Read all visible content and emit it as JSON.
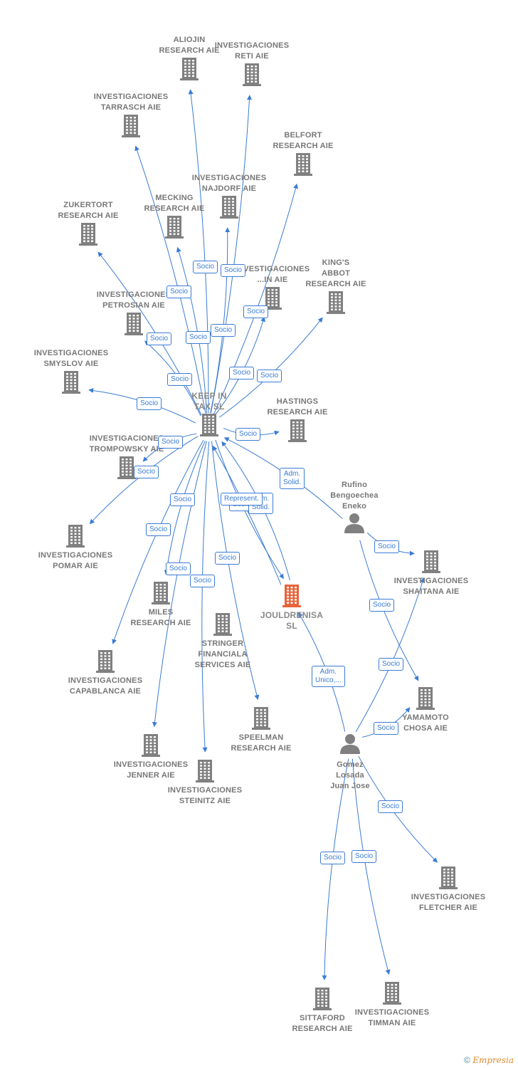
{
  "colors": {
    "edge": "#3a7bd5",
    "building": "#808080",
    "highlight": "#e8633a",
    "label": "#808080"
  },
  "nodes": {
    "aliojin": {
      "label": [
        "ALIOJIN",
        "RESEARCH AIE"
      ],
      "icon": "building-icon"
    },
    "reti": {
      "label": [
        "INVESTIGACIONES",
        "RETI AIE"
      ],
      "icon": "building-icon"
    },
    "tarrasch": {
      "label": [
        "INVESTIGACIONES",
        "TARRASCH AIE"
      ],
      "icon": "building-icon"
    },
    "belfort": {
      "label": [
        "BELFORT",
        "RESEARCH AIE"
      ],
      "icon": "building-icon"
    },
    "najdorf": {
      "label": [
        "INVESTIGACIONES",
        "NAJDORF AIE"
      ],
      "icon": "building-icon"
    },
    "mecking": {
      "label": [
        "MECKING",
        "RESEARCH AIE"
      ],
      "icon": "building-icon"
    },
    "zukertort": {
      "label": [
        "ZUKERTORT",
        "RESEARCH AIE"
      ],
      "icon": "building-icon"
    },
    "tal": {
      "label": [
        "INVESTIGACIONES",
        "...IN AIE"
      ],
      "icon": "building-icon"
    },
    "kings": {
      "label": [
        "KING'S",
        "ABBOT",
        "RESEARCH AIE"
      ],
      "icon": "building-icon"
    },
    "petrosian": {
      "label": [
        "INVESTIGACIONES",
        "PETROSIAN AIE"
      ],
      "icon": "building-icon"
    },
    "smyslov": {
      "label": [
        "INVESTIGACIONES",
        "SMYSLOV AIE"
      ],
      "icon": "building-icon"
    },
    "keepintax": {
      "label": [
        "KEEP IN",
        "TAX  SL"
      ],
      "icon": "building-icon"
    },
    "hastings": {
      "label": [
        "HASTINGS",
        "RESEARCH AIE"
      ],
      "icon": "building-icon"
    },
    "trompowsky": {
      "label": [
        "INVESTIGACIONES",
        "TROMPOWSKY AIE"
      ],
      "icon": "building-icon"
    },
    "rufino": {
      "label": [
        "Rufino",
        "Bengoechea",
        "Eneko"
      ],
      "icon": "person-icon"
    },
    "pomar": {
      "label": [
        "INVESTIGACIONES",
        "POMAR AIE"
      ],
      "icon": "building-icon"
    },
    "shaitana": {
      "label": [
        "INVESTIGACIONES",
        "SHAITANA AIE"
      ],
      "icon": "building-icon"
    },
    "miles": {
      "label": [
        "MILES",
        "RESEARCH AIE"
      ],
      "icon": "building-icon"
    },
    "jouldrenisa": {
      "label": [
        "JOULDRENISA",
        "SL"
      ],
      "icon": "building-icon"
    },
    "stringer": {
      "label": [
        "STRINGER",
        "FINANCIALA",
        "SERVICES AIE"
      ],
      "icon": "building-icon"
    },
    "capablanca": {
      "label": [
        "INVESTIGACIONES",
        "CAPABLANCA AIE"
      ],
      "icon": "building-icon"
    },
    "yamamoto": {
      "label": [
        "YAMAMOTO",
        "CHOSA AIE"
      ],
      "icon": "building-icon"
    },
    "speelman": {
      "label": [
        "SPEELMAN",
        "RESEARCH AIE"
      ],
      "icon": "building-icon"
    },
    "jenner": {
      "label": [
        "INVESTIGACIONES",
        "JENNER AIE"
      ],
      "icon": "building-icon"
    },
    "gomez": {
      "label": [
        "Gomez",
        "Losada",
        "Juan Jose"
      ],
      "icon": "person-icon"
    },
    "steinitz": {
      "label": [
        "INVESTIGACIONES",
        "STEINITZ AIE"
      ],
      "icon": "building-icon"
    },
    "fletcher": {
      "label": [
        "INVESTIGACIONES",
        "FLETCHER AIE"
      ],
      "icon": "building-icon"
    },
    "sittaford": {
      "label": [
        "SITTAFORD",
        "RESEARCH AIE"
      ],
      "icon": "building-icon"
    },
    "timman": {
      "label": [
        "INVESTIGACIONES",
        "TIMMAN AIE"
      ],
      "icon": "building-icon"
    }
  },
  "edges": [
    {
      "from": "keepintax",
      "to": "aliojin",
      "label": "Socio"
    },
    {
      "from": "keepintax",
      "to": "reti",
      "label": "Socio"
    },
    {
      "from": "keepintax",
      "to": "tarrasch",
      "label": "Socio"
    },
    {
      "from": "keepintax",
      "to": "belfort",
      "label": "Socio"
    },
    {
      "from": "keepintax",
      "to": "najdorf",
      "label": "Socio"
    },
    {
      "from": "keepintax",
      "to": "mecking",
      "label": "Socio"
    },
    {
      "from": "keepintax",
      "to": "zukertort",
      "label": "Socio"
    },
    {
      "from": "keepintax",
      "to": "tal",
      "label": "Socio"
    },
    {
      "from": "keepintax",
      "to": "kings",
      "label": "Socio"
    },
    {
      "from": "keepintax",
      "to": "petrosian",
      "label": "Socio"
    },
    {
      "from": "keepintax",
      "to": "smyslov",
      "label": "Socio"
    },
    {
      "from": "keepintax",
      "to": "hastings",
      "label": "Socio"
    },
    {
      "from": "keepintax",
      "to": "trompowsky",
      "label": "Socio"
    },
    {
      "from": "keepintax",
      "to": "pomar",
      "label": "Socio"
    },
    {
      "from": "keepintax",
      "to": "miles",
      "label": "Socio"
    },
    {
      "from": "keepintax",
      "to": "capablanca",
      "label": "Socio"
    },
    {
      "from": "keepintax",
      "to": "jenner",
      "label": "Socio"
    },
    {
      "from": "keepintax",
      "to": "steinitz",
      "label": "Socio"
    },
    {
      "from": "keepintax",
      "to": "speelman",
      "label": "Socio"
    },
    {
      "from": "keepintax",
      "to": "jouldrenisa",
      "label": "Socio"
    },
    {
      "from": "rufino",
      "to": "keepintax",
      "label": "Adm. Solid."
    },
    {
      "from": "jouldrenisa",
      "to": "keepintax",
      "label": "Adm. Solid."
    },
    {
      "from": "jouldrenisa",
      "to": "keepintax",
      "label": "Represent."
    },
    {
      "from": "gomez",
      "to": "jouldrenisa",
      "label": "Adm. Unico,..."
    },
    {
      "from": "rufino",
      "to": "shaitana",
      "label": "Socio"
    },
    {
      "from": "rufino",
      "to": "yamamoto",
      "label": "Socio"
    },
    {
      "from": "gomez",
      "to": "shaitana",
      "label": "Socio"
    },
    {
      "from": "gomez",
      "to": "yamamoto",
      "label": "Socio"
    },
    {
      "from": "gomez",
      "to": "fletcher",
      "label": "Socio"
    },
    {
      "from": "gomez",
      "to": "sittaford",
      "label": "Socio"
    },
    {
      "from": "gomez",
      "to": "timman",
      "label": "Socio"
    }
  ],
  "footer": {
    "copyright": "©",
    "brand": "Empresia"
  }
}
